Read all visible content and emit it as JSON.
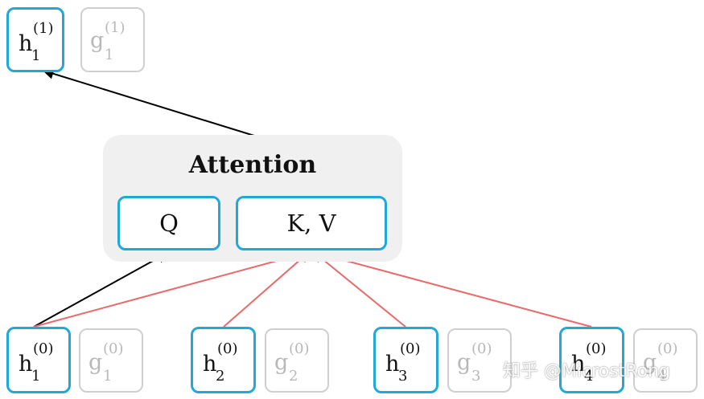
{
  "attention": {
    "title": "Attention",
    "query_label": "Q",
    "key_value_label": "K, V"
  },
  "top_layer": {
    "h": {
      "symbol": "h",
      "superscript": "(1)",
      "subscript": "1"
    },
    "g": {
      "symbol": "g",
      "superscript": "(1)",
      "subscript": "1"
    }
  },
  "bottom_layer": [
    {
      "h": {
        "symbol": "h",
        "superscript": "(0)",
        "subscript": "1"
      },
      "g": {
        "symbol": "g",
        "superscript": "(0)",
        "subscript": "1"
      }
    },
    {
      "h": {
        "symbol": "h",
        "superscript": "(0)",
        "subscript": "2"
      },
      "g": {
        "symbol": "g",
        "superscript": "(0)",
        "subscript": "2"
      }
    },
    {
      "h": {
        "symbol": "h",
        "superscript": "(0)",
        "subscript": "3"
      },
      "g": {
        "symbol": "g",
        "superscript": "(0)",
        "subscript": "3"
      }
    },
    {
      "h": {
        "symbol": "h",
        "superscript": "(0)",
        "subscript": "4"
      },
      "g": {
        "symbol": "g",
        "superscript": "(0)",
        "subscript": "4"
      }
    }
  ],
  "watermark": "知乎 @MicrostRong",
  "colors": {
    "h_border": "#20a9d8",
    "g_border": "#cfcfcf",
    "query_arrow": "#000000",
    "key_value_arrow": "#e86a6a",
    "panel_background": "#f0f0f0"
  }
}
